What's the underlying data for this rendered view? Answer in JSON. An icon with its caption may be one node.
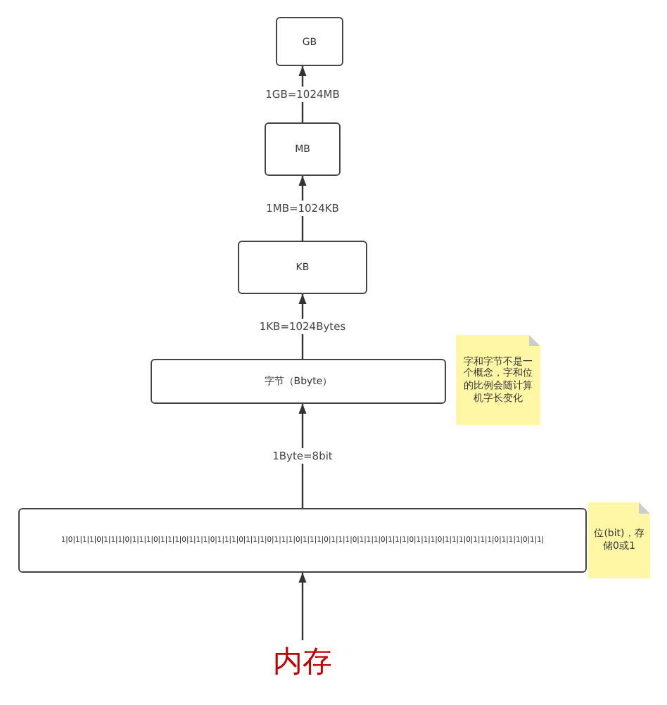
{
  "diagram": {
    "nodes": [
      {
        "text": [
          "GB"
        ]
      },
      {
        "text": [
          "MB"
        ]
      },
      {
        "text": [
          "KB"
        ]
      },
      {
        "text": [
          "字节（Bbyte）"
        ]
      },
      {
        "text": [
          "1|0|1|1|1|0|1|1|1|0|1|1|1|0|1|1|1|0|1|1|1|0|1|1|1|0|1|1|1|0|1|1|1|0|1|1|1|0|1|1|1|0|1|1|1|0|1|1|1|0|1|1|1|0|1|1|1|0|1|1|1|0|1|1|1|0|1|1|"
        ]
      },
      {
        "text": [
          "内存"
        ]
      },
      {
        "text": [
          "字和字节不是一个概念，字和位的比例会随计算机字长变化"
        ]
      },
      {
        "text": [
          "位(bit)，存储0或1"
        ]
      }
    ],
    "edges": [
      {
        "from": 5,
        "to": 4,
        "arrow": "to"
      },
      {
        "from": 4,
        "to": 3,
        "arrow": "to",
        "label": "1Byte=8bit"
      },
      {
        "from": 3,
        "to": 2,
        "arrow": "to",
        "label": "1KB=1024Bytes"
      },
      {
        "from": 2,
        "to": 1,
        "arrow": "to",
        "label": "1MB=1024KB"
      },
      {
        "from": 1,
        "to": 0,
        "arrow": "to",
        "label": "1GB=1024MB"
      }
    ]
  }
}
